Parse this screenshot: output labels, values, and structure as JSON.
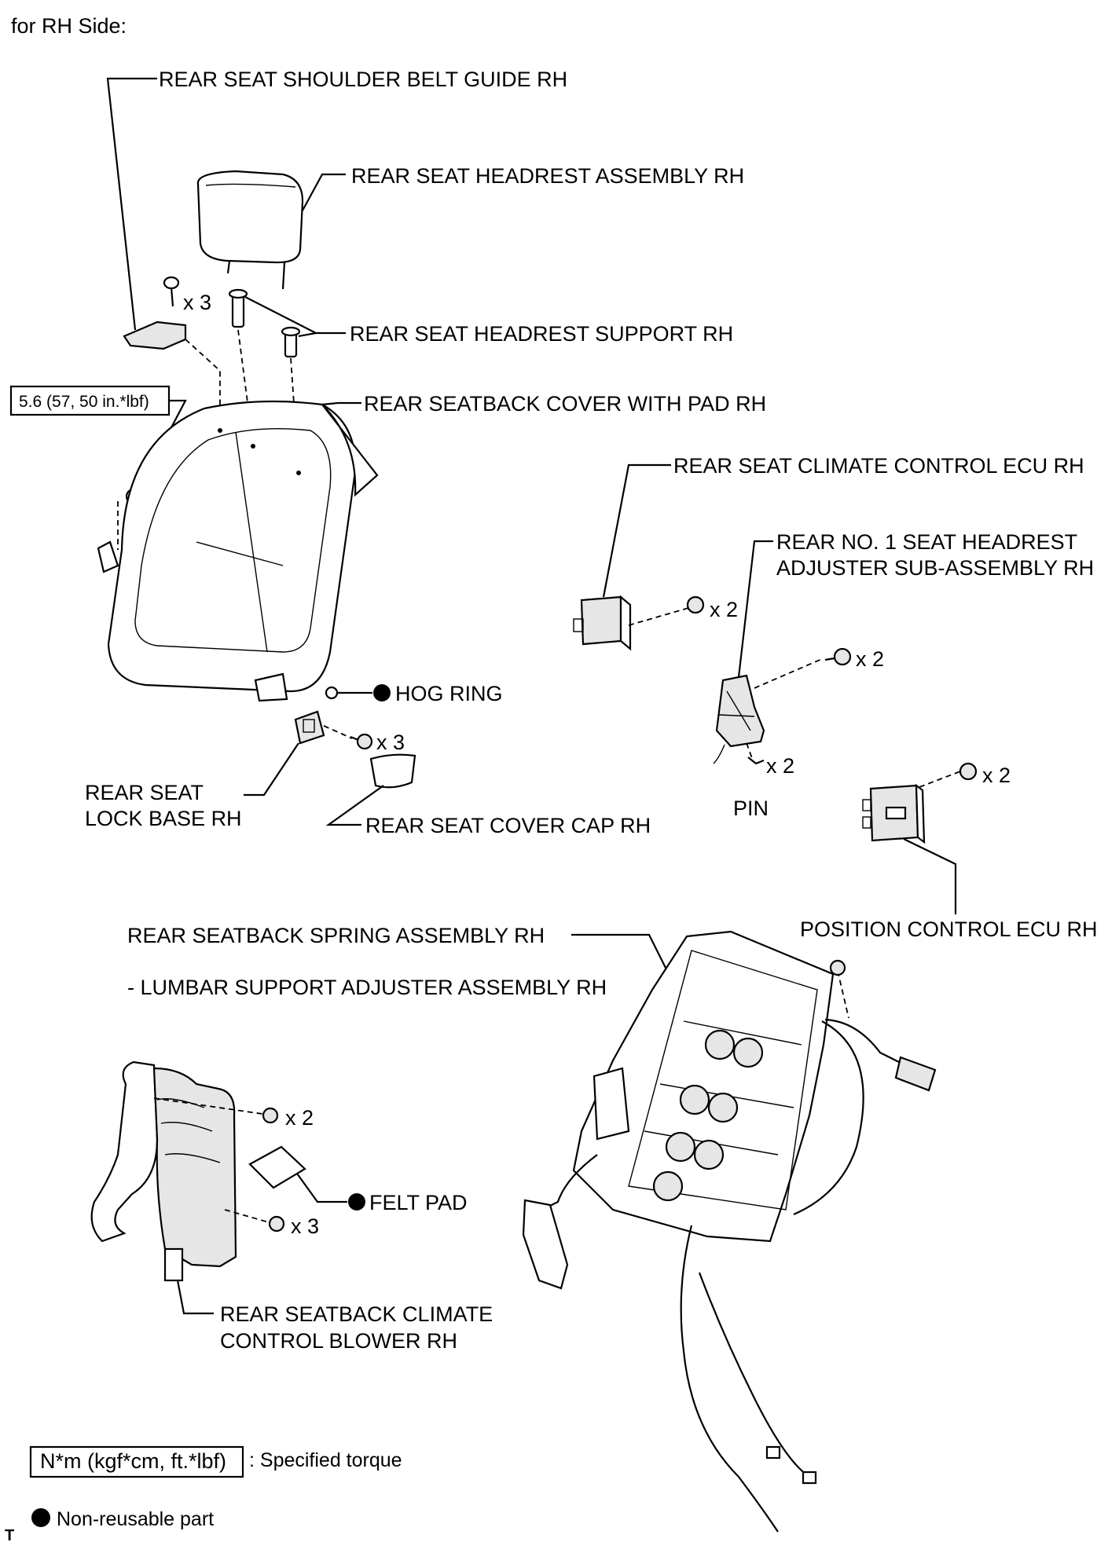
{
  "header": {
    "title": "for RH Side:"
  },
  "labels": {
    "shoulder_belt_guide": "REAR SEAT SHOULDER BELT GUIDE RH",
    "headrest_assembly": "REAR SEAT HEADREST ASSEMBLY RH",
    "headrest_support": "REAR SEAT HEADREST SUPPORT RH",
    "seatback_cover": "REAR SEATBACK COVER WITH PAD RH",
    "climate_ecu": "REAR SEAT CLIMATE CONTROL ECU RH",
    "headrest_adjuster_line1": "REAR NO. 1 SEAT HEADREST",
    "headrest_adjuster_line2": "ADJUSTER SUB-ASSEMBLY RH",
    "hog_ring": "HOG RING",
    "lock_base_line1": "REAR SEAT",
    "lock_base_line2": "LOCK BASE RH",
    "cover_cap": "REAR SEAT COVER CAP RH",
    "pin": "PIN",
    "position_ecu": "POSITION CONTROL ECU RH",
    "spring_assembly": "REAR SEATBACK SPRING ASSEMBLY RH",
    "lumbar_adjuster": "- LUMBAR SUPPORT ADJUSTER ASSEMBLY RH",
    "felt_pad": "FELT PAD",
    "blower_line1": "REAR SEATBACK CLIMATE",
    "blower_line2": "CONTROL BLOWER RH"
  },
  "quantities": {
    "belt_guide_screws": "x 3",
    "climate_ecu_nuts": "x 2",
    "adjuster_bolts": "x 2",
    "pins": "x 2",
    "lock_base_screws": "x 3",
    "position_ecu_nuts": "x 2",
    "blower_screws": "x 2",
    "blower_nuts": "x 3"
  },
  "torque_spec": "5.6 (57, 50 in.*lbf)",
  "legend": {
    "torque_box": "N*m (kgf*cm, ft.*lbf)",
    "torque_text": ": Specified torque",
    "nonreusable_text": "Non-reusable part"
  },
  "footer_mark": "T",
  "colors": {
    "ink": "#000000",
    "paper": "#ffffff",
    "shade": "#e6e6e6"
  }
}
